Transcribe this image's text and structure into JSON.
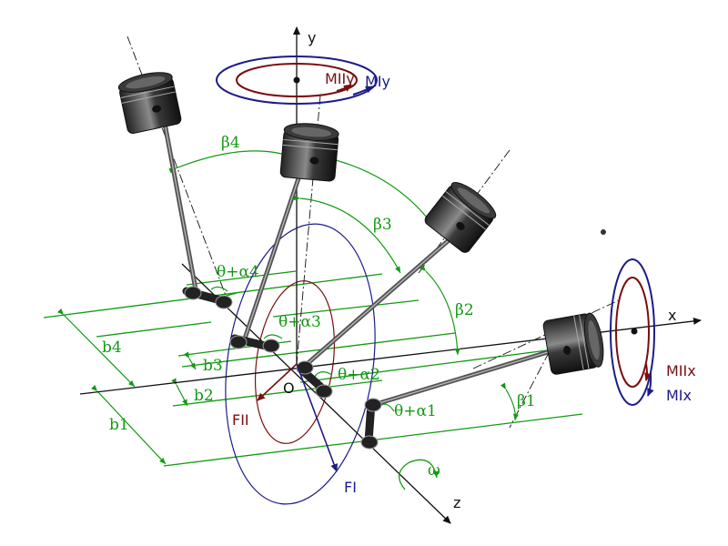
{
  "axes": {
    "x": "x",
    "y": "y",
    "z": "z",
    "origin": "O"
  },
  "angles": {
    "beta1": "β1",
    "beta2": "β2",
    "beta3": "β3",
    "beta4": "β4",
    "theta1": "θ+α1",
    "theta2": "θ+α2",
    "theta3": "θ+α3",
    "theta4": "θ+α4"
  },
  "offsets": {
    "b1": "b1",
    "b2": "b2",
    "b3": "b3",
    "b4": "b4"
  },
  "forces": {
    "F1": "FI",
    "F2": "FII"
  },
  "moments": {
    "MIy": "MIy",
    "MIIy": "MIIy",
    "MIx": "MIx",
    "MIIx": "MIIx"
  },
  "omega": "ω",
  "colors": {
    "green": "#119a11",
    "blue": "#1c1c8a",
    "red": "#7a0e0e",
    "black": "#111111"
  }
}
